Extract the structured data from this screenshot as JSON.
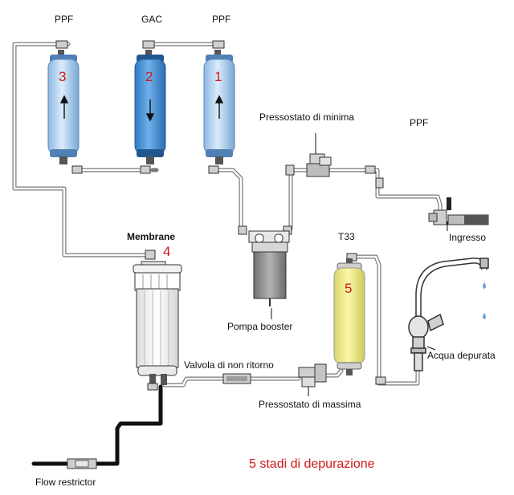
{
  "labels": {
    "ppf_top_left": "PPF",
    "gac_top": "GAC",
    "ppf_top_right": "PPF",
    "pressostato_minima": "Pressostato di minima",
    "ppf_right": "PPF",
    "ingresso": "Ingresso",
    "membrane": "Membrane",
    "t33": "T33",
    "pompa_booster": "Pompa booster",
    "acqua_depurata": "Acqua depurata",
    "valvola": "Valvola di non ritorno",
    "pressostato_massima": "Pressostato di massima",
    "flow_restrictor": "Flow restrictor"
  },
  "stage_numbers": {
    "s1": "1",
    "s2": "2",
    "s3": "3",
    "s4": "4",
    "s5": "5"
  },
  "title": "5 stadi di depurazione",
  "colors": {
    "ppf_filter": "#bcd9f3",
    "gac_filter": "#4a93d6",
    "t33_filter": "#f4f088",
    "pipe": "#777777",
    "drain": "#111111",
    "accent_red": "#d01818",
    "pump": "#9a9a9a"
  }
}
